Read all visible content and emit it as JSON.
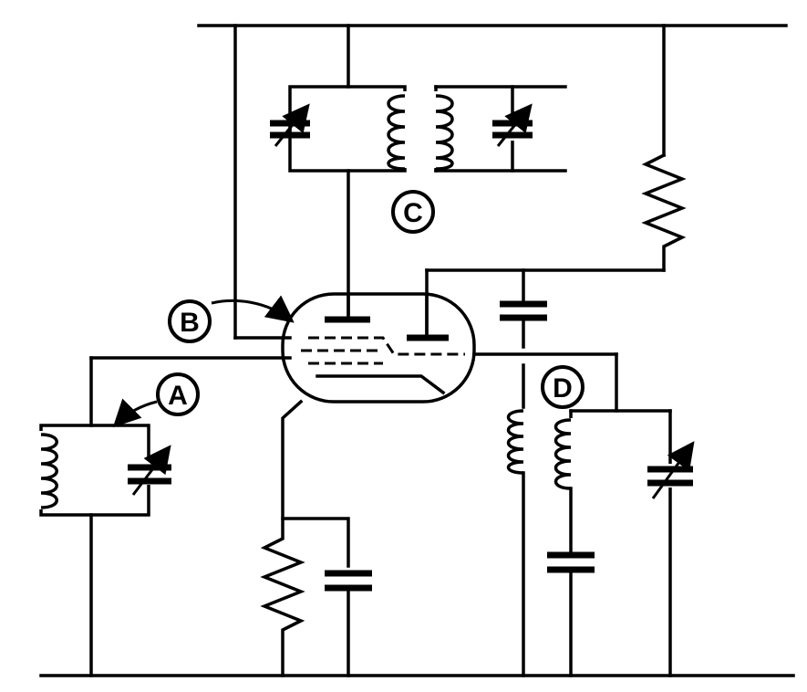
{
  "labels": {
    "a": "A",
    "b": "B",
    "c": "C",
    "d": "D"
  },
  "colors": {
    "ink": "#000000",
    "paper": "#ffffff"
  }
}
